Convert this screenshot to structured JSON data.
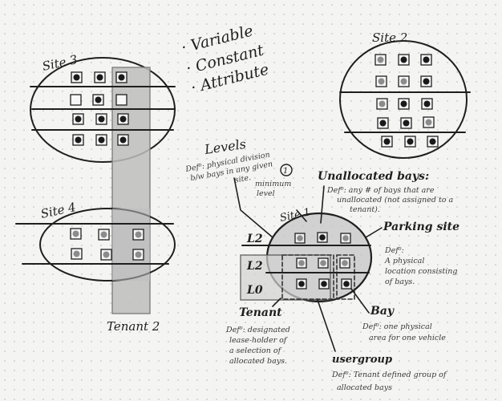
{
  "colors": {
    "ink": "#1f1f1f",
    "band": "#bdbdbd",
    "dark_bay": "#1a1a1a",
    "grey_bay": "#8c8c8c",
    "box_fill": "#f7f7f7"
  },
  "legend": {
    "variable": "· Variable",
    "constant": "· Constant",
    "attribute": "· Attribute"
  },
  "sites": {
    "site3": "Site 3",
    "site2": "Site 2",
    "site4": "Site 4",
    "site1": "Site 1"
  },
  "tenant2": "Tenant 2",
  "levels": {
    "title": "Levels",
    "def_lines": [
      "Def⁰: physical division",
      "b/w bays in any given",
      "site.",
      "minimum",
      "level"
    ],
    "circle_num": "1",
    "l2a": "L2",
    "l2b": "L2",
    "l0": "L0"
  },
  "unallocated": {
    "title": "Unallocated bays:",
    "def_lines": [
      "Def⁰: any # of bays that are",
      "unallocated (not assigned to a",
      "tenant)."
    ]
  },
  "parking_site": {
    "title": "Parking site",
    "def_lines": [
      "Def⁰:",
      "A physical",
      "location consisting",
      "of bays."
    ]
  },
  "bay": {
    "title": "Bay",
    "def_lines": [
      "Def⁰: one physical",
      "area for one vehicle"
    ]
  },
  "tenant": {
    "title": "Tenant",
    "def_lines": [
      "Def⁰: designated",
      "lease-holder of",
      "a selection of",
      "allocated bays."
    ]
  },
  "usergroup": {
    "title": "usergroup",
    "def_lines": [
      "Def⁰: Tenant defined group of",
      "allocated bays"
    ]
  }
}
